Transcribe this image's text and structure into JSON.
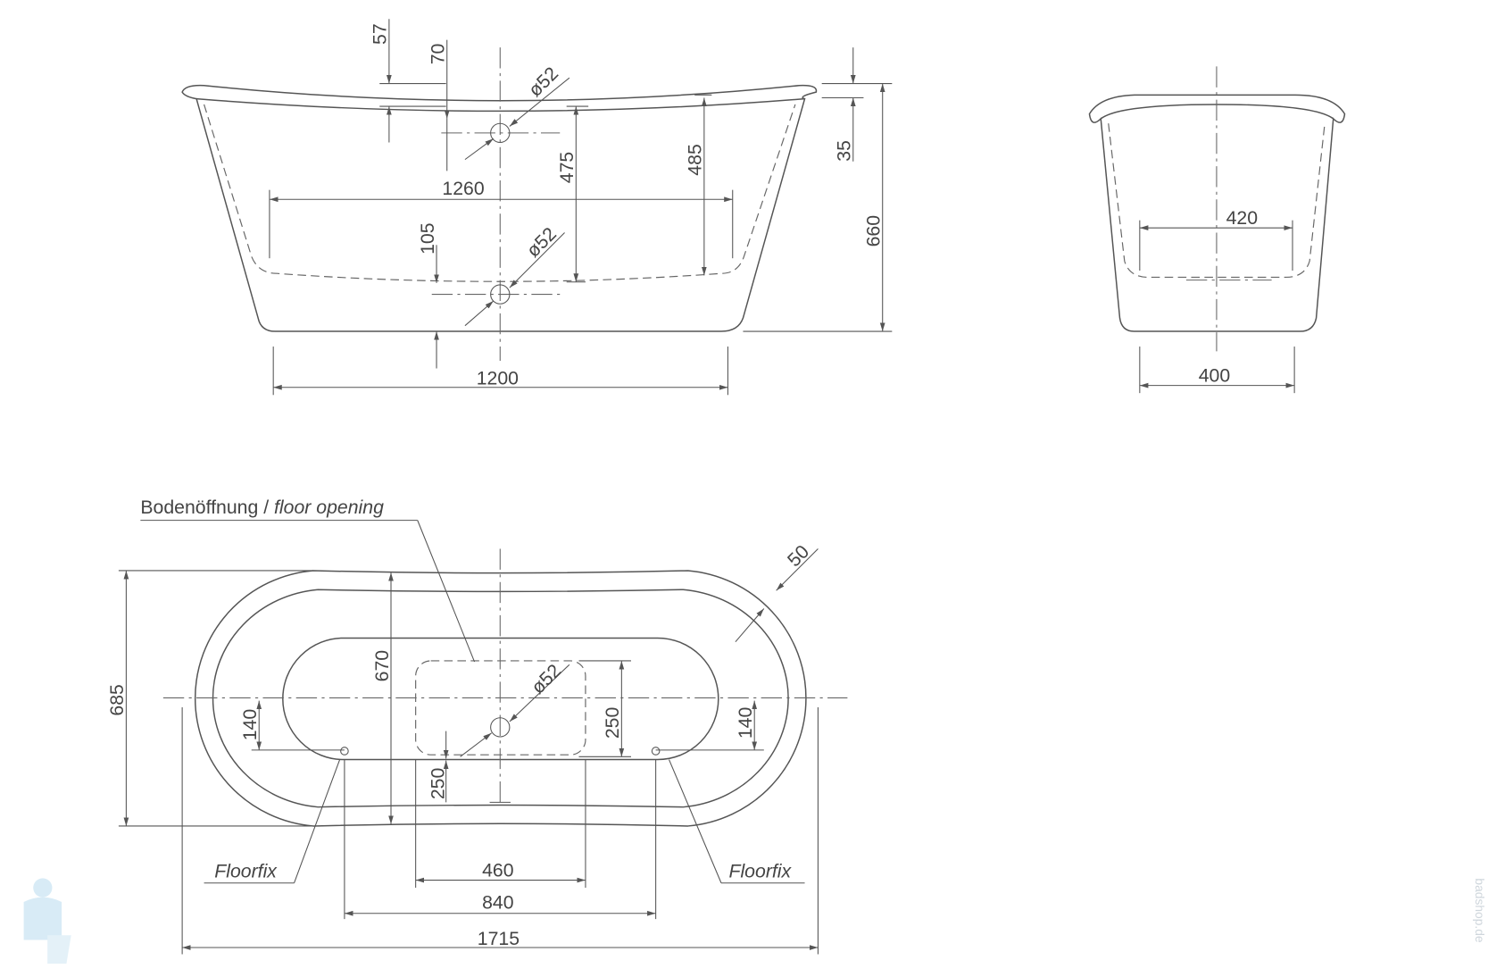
{
  "side_view": {
    "d57": "57",
    "d70": "70",
    "d_drain_top": "ø52",
    "d1260": "1260",
    "d475": "475",
    "d485": "485",
    "d35": "35",
    "d660": "660",
    "d105": "105",
    "d_drain_bottom": "ø52",
    "d1200": "1200"
  },
  "end_view": {
    "d420": "420",
    "d400": "400"
  },
  "plan_view": {
    "floor_opening_label": "Bodenöffnung /",
    "floor_opening_label_en": "floor opening",
    "d50": "50",
    "d685": "685",
    "d670": "670",
    "d_drain": "ø52",
    "d250_right": "250",
    "d140_left": "140",
    "d140_right": "140",
    "d250_left": "250",
    "floorfix_left": "Floorfix",
    "floorfix_right": "Floorfix",
    "d460": "460",
    "d840": "840",
    "d1715": "1715"
  },
  "watermark": "badshop.de"
}
